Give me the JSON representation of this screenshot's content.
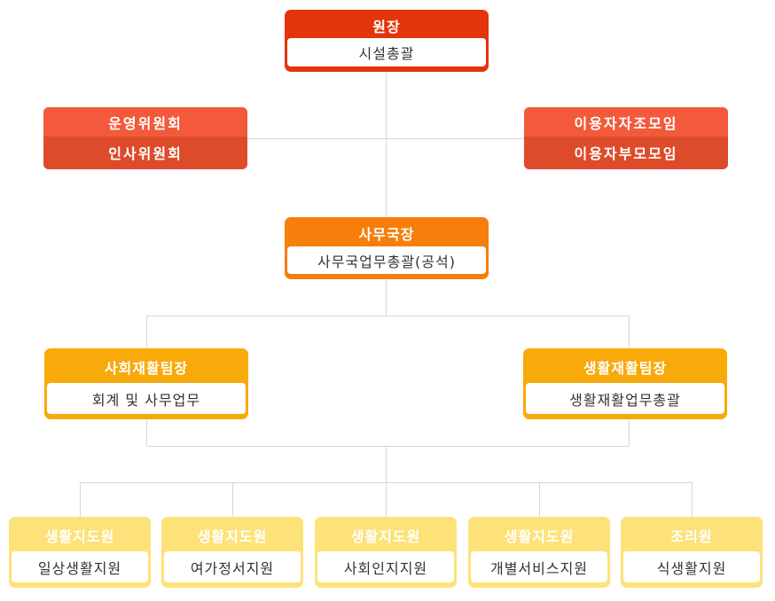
{
  "director": {
    "title": "원장",
    "duty": "시설총괄"
  },
  "committees": {
    "line1": "운영위원회",
    "line2": "인사위원회"
  },
  "user_groups": {
    "line1": "이용자자조모임",
    "line2": "이용자부모모임"
  },
  "secretary_general": {
    "title": "사무국장",
    "duty": "사무국업무총괄(공석)"
  },
  "teams": [
    {
      "title": "사회재활팀장",
      "duty": "회계 및 사무업무"
    },
    {
      "title": "생활재활팀장",
      "duty": "생활재활업무총괄"
    }
  ],
  "workers": [
    {
      "title": "생활지도원",
      "duty": "일상생활지원"
    },
    {
      "title": "생활지도원",
      "duty": "여가정서지원"
    },
    {
      "title": "생활지도원",
      "duty": "사회인지지원"
    },
    {
      "title": "생활지도원",
      "duty": "개별서비스지원"
    },
    {
      "title": "조리원",
      "duty": "식생활지원"
    }
  ],
  "colors": {
    "director": "#e3340c",
    "committees": "#f25a3b",
    "secretary": "#f77e0b",
    "team": "#f8aa0a",
    "worker": "#fde27a",
    "connector": "#d6d6d6"
  }
}
